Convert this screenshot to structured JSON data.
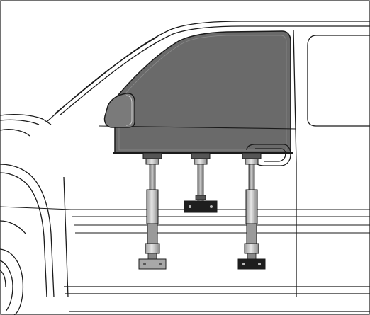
{
  "diagram": {
    "subject": "van-side-window-glass-support-fixture",
    "colors": {
      "outline": "#1a1a1a",
      "glass": "#6b6b6b",
      "glass_dark": "#555555",
      "metal": "#bdbdbd",
      "metal_dark": "#7d7d7d",
      "black_plate": "#1e1e1e",
      "grey_plate": "#a8a8a8",
      "frame": "#444444"
    },
    "icons": [
      "window-glass",
      "support-post",
      "mount-bracket",
      "door-handle",
      "side-mirror"
    ]
  }
}
